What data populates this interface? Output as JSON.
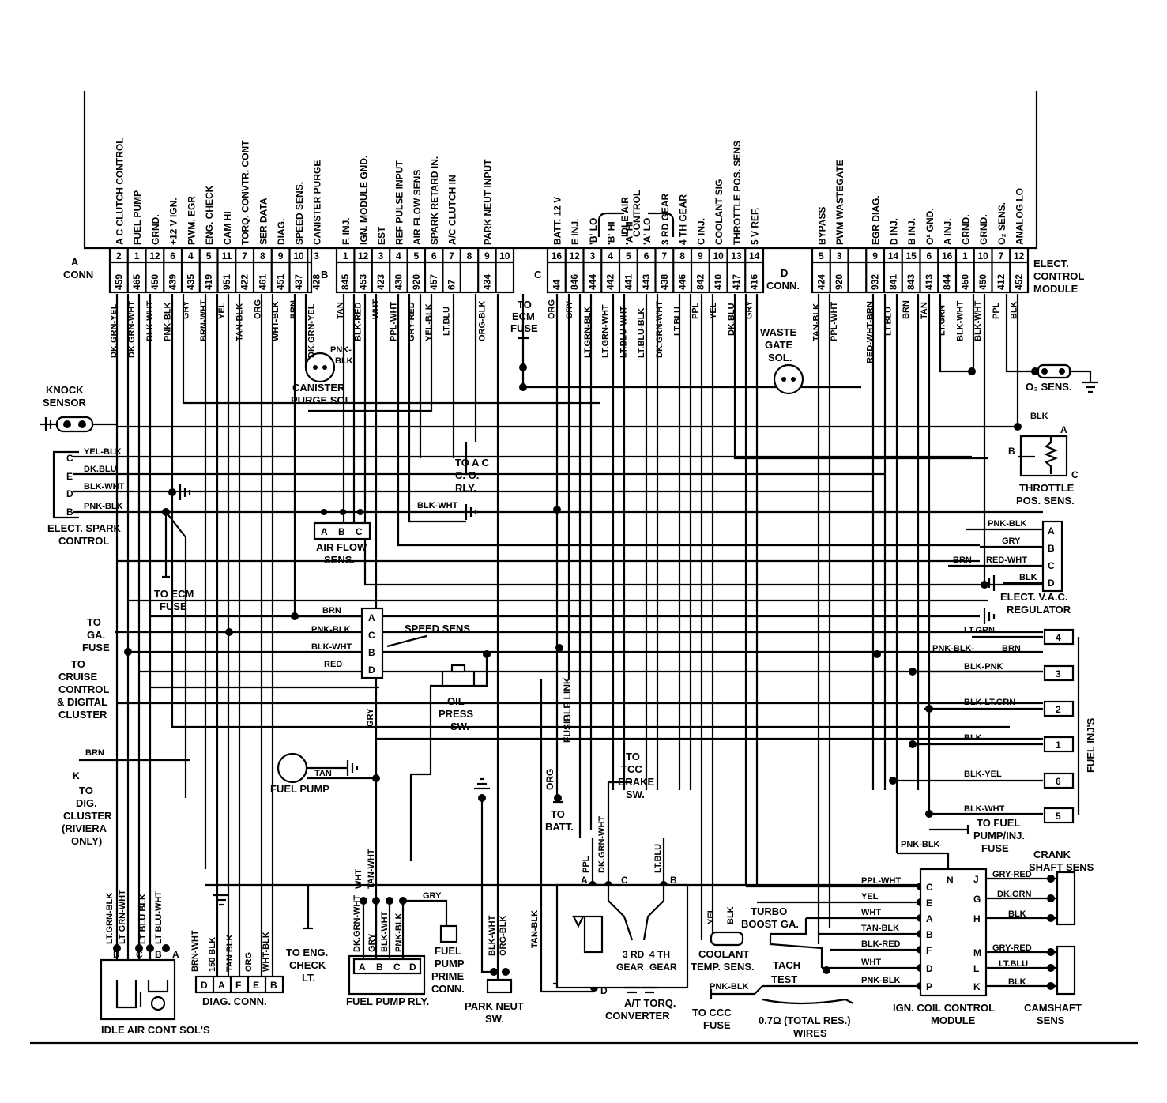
{
  "module": {
    "label": [
      "ELECT.",
      "CONTROL",
      "MODULE"
    ],
    "conn_labels": {
      "a": [
        "A",
        "CONN"
      ],
      "b": "B",
      "c": "C",
      "d": [
        "D",
        "CONN."
      ]
    }
  },
  "connector_a": {
    "functions": [
      "A C CLUTCH CONTROL",
      "FUEL PUMP",
      "GRND.",
      "+12 V IGN.",
      "PWM. EGR",
      "ENG. CHECK",
      "CAM HI",
      "TORQ. CONVTR. CONT",
      "SER DATA",
      "DIAG.",
      "SPEED SENS.",
      "CANISTER PURGE"
    ],
    "pins": [
      "2",
      "1",
      "12",
      "6",
      "4",
      "5",
      "11",
      "7",
      "8",
      "9",
      "10",
      "3"
    ],
    "circuits": [
      "459",
      "465",
      "450",
      "439",
      "435",
      "419",
      "951",
      "422",
      "461",
      "451",
      "437",
      "428"
    ],
    "wires": [
      "DK.GRN-YEL",
      "DK.GRN-WHT",
      "BLK-WHT",
      "PNK-BLK",
      "GRY",
      "BRN-WHT",
      "YEL",
      "TAN-BLK",
      "ORG",
      "WHT-BLK",
      "BRN",
      "DK.GRN-YEL"
    ]
  },
  "connector_b": {
    "functions": [
      "F. INJ.",
      "IGN. MODULE GND.",
      "EST",
      "REF PULSE INPUT",
      "AIR FLOW SENS",
      "SPARK RETARD IN.",
      "A/C CLUTCH IN",
      "",
      "PARK NEUT INPUT"
    ],
    "pins": [
      "1",
      "12",
      "3",
      "4",
      "5",
      "6",
      "7",
      "8",
      "9",
      "10"
    ],
    "circuits": [
      "845",
      "453",
      "423",
      "430",
      "920",
      "457",
      "67",
      "",
      "434"
    ],
    "wires": [
      "TAN",
      "BLK-RED",
      "WHT",
      "PPL-WHT",
      "GRY-RED",
      "YEL-BLK",
      "LT.BLU",
      "",
      "ORG-BLK"
    ]
  },
  "connector_c": {
    "functions": [
      "BATT. 12 V",
      "E INJ.",
      "'B' LO",
      "'B' HI",
      "'A' HI",
      "'A' LO",
      "3 RD GEAR",
      "4 TH GEAR",
      "C INJ.",
      "COOLANT SIG",
      "THROTTLE POS. SENS",
      "5 V REF."
    ],
    "idle_air_control": [
      "IDLE AIR",
      "CONTROL"
    ],
    "pins": [
      "16",
      "12",
      "3",
      "4",
      "5",
      "6",
      "7",
      "8",
      "9",
      "10",
      "13",
      "14"
    ],
    "circuits": [
      "44",
      "846",
      "444",
      "442",
      "441",
      "443",
      "438",
      "446",
      "842",
      "410",
      "417",
      "416"
    ],
    "wires": [
      "ORG",
      "GRY",
      "LT.GRN-BLK",
      "LT.GRN-WHT",
      "LT.BLU-WHT",
      "LT.BLU-BLK",
      "DK.GRN-WHT",
      "LT.BLU",
      "PPL",
      "YEL",
      "DK.BLU",
      "GRY"
    ]
  },
  "connector_d": {
    "functions": [
      "BYPASS",
      "PWM WASTEGATE",
      "",
      "EGR DIAG.",
      "D INJ.",
      "B INJ.",
      "O² GND.",
      "A INJ.",
      "GRND.",
      "GRND.",
      "O₂ SENS.",
      "ANALOG LO"
    ],
    "pins": [
      "5",
      "3",
      "",
      "9",
      "14",
      "15",
      "6",
      "16",
      "1",
      "10",
      "7",
      "12"
    ],
    "circuits": [
      "424",
      "920",
      "",
      "932",
      "841",
      "843",
      "413",
      "844",
      "450",
      "450",
      "412",
      "452"
    ],
    "wires": [
      "TAN-BLK",
      "PPL-WHT",
      "",
      "RED-WHT-BRN",
      "LT.BLU",
      "BRN",
      "TAN",
      "LT.GRN",
      "BLK-WHT",
      "BLK-WHT",
      "PPL",
      "BLK"
    ]
  },
  "components": {
    "knock_sensor": [
      "KNOCK",
      "SENSOR"
    ],
    "elect_spark_control": {
      "label": [
        "ELECT. SPARK",
        "CONTROL"
      ],
      "pins": [
        "C",
        "E",
        "D",
        "B"
      ],
      "wires": [
        "YEL-BLK",
        "DK.BLU",
        "BLK-WHT",
        "PNK-BLK"
      ]
    },
    "canister_purge_sol": {
      "label": [
        "CANISTER",
        "PURGE SOL."
      ],
      "wire": [
        "PNK-",
        "BLK"
      ]
    },
    "to_ecm_fuse_top": [
      "TO",
      "ECM",
      "FUSE"
    ],
    "to_ac_co_rly": [
      "TO A C",
      "C. O.",
      "RLY."
    ],
    "air_flow_sens": {
      "label": [
        "AIR FLOW",
        "SENS."
      ],
      "pins": [
        "A",
        "B",
        "C"
      ],
      "ground_wire": "BLK-WHT"
    },
    "to_ecm_fuse_left": [
      "TO ECM",
      "FUSE"
    ],
    "to_ga_fuse": [
      "TO",
      "GA.",
      "FUSE"
    ],
    "to_cruise": [
      "TO",
      "CRUISE",
      "CONTROL",
      "& DIGITAL",
      "CLUSTER"
    ],
    "speed_sens": {
      "label": "SPEED SENS.",
      "pins": [
        "A",
        "C",
        "B",
        "D"
      ],
      "wires": [
        "BRN",
        "PNK-BLK",
        "BLK-WHT",
        "RED"
      ]
    },
    "oil_press_sw": [
      "OIL",
      "PRESS",
      "SW."
    ],
    "fusible_link": "FUSIBLE LINK",
    "to_batt": [
      "TO",
      "BATT."
    ],
    "wire_org_lower": "ORG",
    "wire_gry_mid": "GRY",
    "to_dig_cluster": {
      "wire": "BRN",
      "pin": "K",
      "label": [
        "TO",
        "DIG.",
        "CLUSTER",
        "(RIVIERA",
        "ONLY)"
      ]
    },
    "fuel_pump": {
      "label": "FUEL PUMP",
      "wire": "TAN"
    },
    "idle_air_cont_sols": {
      "label": "IDLE AIR CONT SOL'S",
      "pins": [
        "D",
        "C",
        "B",
        "A"
      ],
      "wires": [
        "LT.GRN-BLK",
        "LT GRN-WHT",
        "LT BLU BLK",
        "LT BLU-WHT"
      ]
    },
    "diag_conn": {
      "label": "DIAG. CONN.",
      "pins": [
        "D",
        "A",
        "F",
        "E",
        "B"
      ],
      "wires": [
        "BRN-WHT",
        "150 BLK",
        "TAN BLK",
        "ORG",
        "WHT-BLK"
      ]
    },
    "to_eng_check": [
      "TO ENG.",
      "CHECK",
      "LT."
    ],
    "fuel_pump_rly": {
      "label": "FUEL PUMP RLY.",
      "pins": [
        "A",
        "B",
        "C",
        "D"
      ],
      "wires": [
        "DK.GRN-WHT",
        "GRY",
        "BLK-WHT",
        "PNK-BLK"
      ],
      "upper_wires": [
        "WHT",
        "TAN-WHT"
      ]
    },
    "fuel_pump_prime_conn": {
      "label": [
        "FUEL",
        "PUMP",
        "PRIME",
        "CONN."
      ],
      "wire": "GRY"
    },
    "park_neut_sw": {
      "label": [
        "PARK NEUT",
        "SW."
      ],
      "wires": [
        "BLK-WHT",
        "ORG-BLK"
      ]
    },
    "tan_blk_wire": "TAN-BLK",
    "torq_converter": {
      "label": [
        "A/T TORQ.",
        "CONVERTER"
      ],
      "pins": [
        "A",
        "C",
        "B",
        "D"
      ],
      "wires": [
        "PPL",
        "DK.GRN-WHT",
        "LT.BLU"
      ],
      "gears": [
        "3 RD",
        "GEAR",
        "4 TH",
        "GEAR"
      ]
    },
    "to_tcc_brake_sw": [
      "TO",
      "TCC",
      "BRAKE",
      "SW."
    ],
    "waste_gate_sol": [
      "WASTE",
      "GATE",
      "SOL."
    ],
    "o2_sens": "O₂ SENS.",
    "throttle_pos_sens": {
      "label": [
        "THROTTLE",
        "POS. SENS."
      ],
      "pins": [
        "A",
        "B",
        "C"
      ],
      "wire": "BLK"
    },
    "elect_vac_regulator": {
      "label": [
        "ELECT. V.A.C.",
        "REGULATOR"
      ],
      "pins": [
        "A",
        "B",
        "C",
        "D"
      ],
      "wires": [
        "PNK-BLK",
        "GRY",
        "RED-WHT",
        "BLK"
      ],
      "brn": "BRN"
    },
    "fuel_injs": {
      "label": "FUEL INJ'S",
      "pins": [
        "4",
        "3",
        "2",
        "1",
        "6",
        "5"
      ],
      "wires": [
        "LT.GRN",
        "BLK-PNK",
        "BLK-LT.GRN",
        "BLK",
        "BLK-YEL",
        "BLK-WHT"
      ],
      "pnk_blk_brn": [
        "PNK-BLK-",
        "BRN"
      ]
    },
    "to_fuel_pump_inj_fuse": [
      "TO FUEL",
      "PUMP/INJ.",
      "FUSE"
    ],
    "ign_coil_control_module": {
      "label": [
        "IGN. COIL CONTROL",
        "MODULE"
      ],
      "left_pins": [
        "C",
        "E",
        "A",
        "B",
        "F",
        "D",
        "P"
      ],
      "left_wires": [
        "PPL-WHT",
        "YEL",
        "WHT",
        "TAN-BLK",
        "BLK-RED",
        "WHT",
        "PNK-BLK"
      ],
      "right_pins": [
        "J",
        "G",
        "H",
        "M",
        "L",
        "K"
      ],
      "top_pin": "N",
      "top_wire": "PNK-BLK"
    },
    "crank_shaft_sens": {
      "label": [
        "CRANK",
        "SHAFT SENS"
      ],
      "wires": [
        "GRY-RED",
        "DK.GRN",
        "BLK"
      ]
    },
    "camshaft_sens": {
      "label": [
        "CAMSHAFT",
        "SENS"
      ],
      "wires": [
        "GRY-RED",
        "LT.BLU",
        "BLK"
      ]
    },
    "coolant_temp_sens": {
      "label": [
        "COOLANT",
        "TEMP. SENS."
      ],
      "wires": [
        "YEL",
        "BLK"
      ]
    },
    "turbo_boost_ga": [
      "TURBO",
      "BOOST GA."
    ],
    "tach_test": [
      "TACH",
      "TEST"
    ],
    "to_ccc_fuse": {
      "wire": "PNK-BLK",
      "label": [
        "TO CCC",
        "FUSE"
      ]
    },
    "resistance_wires": [
      "0.7Ω (TOTAL RES.)",
      "WIRES"
    ]
  }
}
